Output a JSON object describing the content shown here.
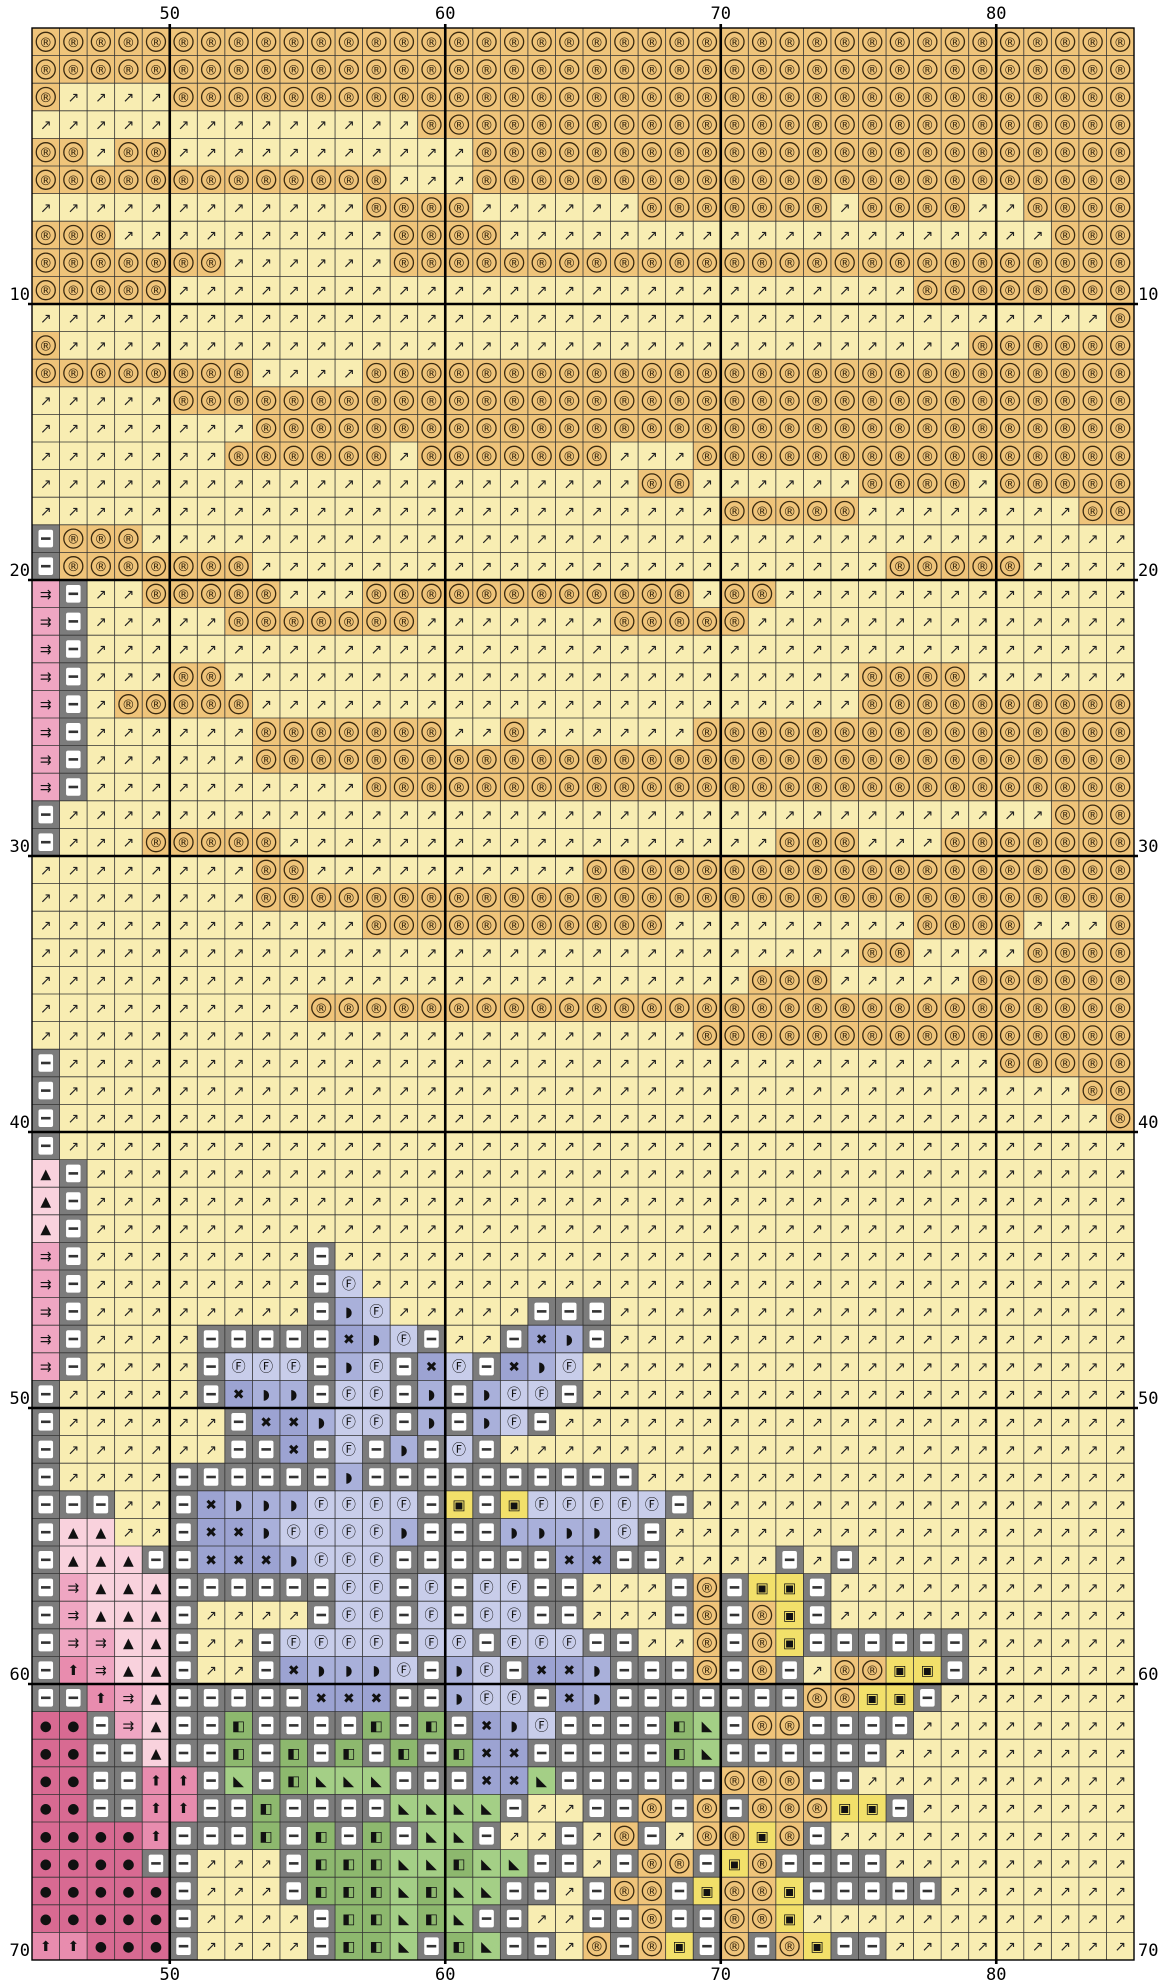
{
  "pattern": {
    "col_start": 45,
    "row_start": 1,
    "cols": 40,
    "rows": 70,
    "top_labels": [
      "50",
      "60",
      "70",
      "80"
    ],
    "bottom_labels": [
      "50",
      "60",
      "70",
      "80"
    ],
    "left_labels": [
      "10",
      "20",
      "30",
      "40",
      "50",
      "60",
      "70"
    ],
    "right_labels": [
      "10",
      "20",
      "30",
      "40",
      "50",
      "60",
      "70"
    ],
    "colors": {
      "R": {
        "bg": "#EFC47A",
        "symbol": "®",
        "fg": "#3a2a10"
      },
      "P": {
        "bg": "#F8EDB2",
        "symbol": "↗",
        "fg": "#222"
      },
      "G": {
        "bg": "#7C7C7C",
        "symbol": "—",
        "fg": "#fff"
      },
      "K": {
        "bg": "#EFA6C2",
        "symbol": "⇉",
        "fg": "#111"
      },
      "L": {
        "bg": "#F9D2DD",
        "symbol": "▲",
        "fg": "#111"
      },
      "M": {
        "bg": "#D86A92",
        "symbol": "●",
        "fg": "#111"
      },
      "B": {
        "bg": "#A9B0DA",
        "symbol": "◗",
        "fg": "#111"
      },
      "C": {
        "bg": "#C8CDEA",
        "symbol": "Ⓕ",
        "fg": "#111"
      },
      "X": {
        "bg": "#9CA3D2",
        "symbol": "✖",
        "fg": "#111"
      },
      "Y": {
        "bg": "#F2E06A",
        "symbol": "▣",
        "fg": "#111"
      },
      "V": {
        "bg": "#8DB86E",
        "symbol": "◧",
        "fg": "#111"
      },
      "W": {
        "bg": "#A4CF86",
        "symbol": "◣",
        "fg": "#111"
      },
      "A": {
        "bg": "#E88CAE",
        "symbol": "⬆",
        "fg": "#111"
      }
    },
    "rows_data": [
      "RRRRRRRRRRRRRRRRRRRRRRRRRRRRRRRRRRRRRRRR",
      "RRRRRRRRRRRRRRRRRRRRRRRRRRRRRRRRRRRRRRRR",
      "RPPPPRRRRRRRRRRRRRRRRRRRRRRRRRRRRRRRRRRR",
      "PPPPPPPPPPPPPPRRRRRRRRRRRRRRRRRRRRRRRRRR",
      "RRPRRPPPPPPPPPPPRRRRRRRRRRRRRRRRRRRRRRRR",
      "RRRRRRRRRRRRRPPPRRRRRRRRRRRRRRRRRRRRRRRR",
      "PPPPPPPPPPPPRRRRPPPPPPRRRRRRRPRRRRPPRRRR",
      "RRRPPPPPPPPPPRRRRPPPPPPPPPPPPPPPPPPPPRRR",
      "RRRRRRRPPPPPPRRRRRRRRRRRRRRRRRRRRRRRRRRR",
      "RRRRRPPPPPPPPPPPPPPPPPPPPPPPPPPPRRRRRRRR",
      "PPPPPPPPPPPPPPPPPPPPPPPPPPPPPPPPPPPPPPPR",
      "RPPPPPPPPPPPPPPPPPPPPPPPPPPPPPPPPPRRRRRR",
      "RRRRRRRRPPPPRRRRRRRRRRRRRRRRRRRRRRRRRRRR",
      "PPPPPRRRRRRRRRRRRRRRRRRRRRRRRRRRRRRRRRRR",
      "PPPPPPPPRRRRRRRRRRRRRRRRRRRRRRRRRRRRRRRR",
      "PPPPPPPRRRRRRPRRRRRRRPPPRRRRRRRRRRRRRRRR",
      "PPPPPPPPPPPPPPPPPPPPPPRRPPPPPPRRRRPRRRRR",
      "PPPPPPPPPPPPPPPPPPPPPPPPPRRRRRPPPPPPPPRR",
      "GRRRPPPPPPPPPPPPPPPPPPPPPPPPPPPPPPPPPPPP",
      "GRRRRRRRPPPPPPPPPPPPPPPPPPPPPPPRRRRRPPPP",
      "KGPPRRRRRPPPRRRRRRRRRRRRPRRPPPPPPPPPPPPP",
      "KGPPPPPRRRRRRRPPPPPPPRRRRRPPPPPPPPPPPPPP",
      "KGPPPPPPPPPPPPPPPPPPPPPPPPPPPPPPPPPPPPPP",
      "KGPPPRRPPPPPPPPPPPPPPPPPPPPPPPRRRRPPPPPP",
      "KGPRRRRRPPPPPPPPPPPPPPPPPPPPPPRRRRRRRRRR",
      "KGPPPPPPRRRRRRRPPRPPPPPPRRRRRRRRRRRRRRRR",
      "KGPPPPPPRRRRRRRRRRRRRRRRRRRRRRRRRRRRRRRR",
      "KGPPPPPPPPPPRRRRRRRRRRRRRRRRRRRRRRRRRRRR",
      "GPPPPPPPPPPPPPPPPPPPPPPPPPPPPPPPPPPPPRRR",
      "GPPPRRRRRPPPPPPPPPPPPPPPPPPRRRPPPRRRRRRR",
      "PPPPPPPPRRPPPPPPPPPPRRRRRRRRRRRRRRRRRRRR",
      "PPPPPPPPRRRRRRRRRRRRRRRRRRRRRRRRRRRRRRRR",
      "PPPPPPPPPPPPRRRRRRRRRRRPPPPPPPPPRRRRPPPR",
      "PPPPPPPPPPPPPPPPPPPPPPPPPPPPPPRRPPPPRRRR",
      "PPPPPPPPPPPPPPPPPPPPPPPPPPRRRPPPPPRRRRRR",
      "PPPPPPPPPPRRRRRRRRRRRRRRRRRRRRRRRRRRRRRR",
      "PPPPPPPPPPPPPPPPPPPPPPPPRRRRRRRRRRRRRRRR",
      "GPPPPPPPPPPPPPPPPPPPPPPPPPPPPPPPPPPRRRRR",
      "GPPPPPPPPPPPPPPPPPPPPPPPPPPPPPPPPPPPPPRR",
      "GPPPPPPPPPPPPPPPPPPPPPPPPPPPPPPPPPPPPPPR",
      "GPPPPPPPPPPPPPPPPPPPPPPPPPPPPPPPPPPPPPPP",
      "LGPPPPPPPPPPPPPPPPPPPPPPPPPPPPPPPPPPPPPP",
      "LGPPPPPPPPPPPPPPPPPPPPPPPPPPPPPPPPPPPPPP",
      "LGPPPPPPPPPPPPPPPPPPPPPPPPPPPPPPPPPPPPPP",
      "KGPPPPPPPPGPPPPPPPPPPPPPPPPPPPPPPPPPPPPP",
      "KGPPPPPPPPGCPPPPPPPPPPPPPPPPPPPPPPPPPPPP",
      "KGPPPPPPPPGBCPPPPPGGGPPPPPPPPPPPPPPPPPPP",
      "KGPPPPGGGGGXBCGPPGXBGPPPPPPPPPPPPPPPPPPP",
      "KGPPPPGCCCGBCGXCGXBCPPPPPPPPPPPPPPPPPPPP",
      "GPPPPPGXBBGCCGBGBCCGPPPPPPPPPPPPPPPPPPPP",
      "GPPPPPPGXXBCCGBGBCGPPPPPPPPPPPPPPPPPPPPP",
      "GPPPPPPGGXGCGBGCGPPPPPPPPPPPPPPPPPPPPPPP",
      "GPPPPGGGGGGBGGGGGGGGGGPPPPPPPPPPPPPPPPPP",
      "GGGPPGXBBBCCCCGYGYCCCCCGPPPPPPPPPPPPPPPP",
      "GLLPPGXXBCCCCBGGGBBBBCGPPPPPPPPPPPPPPPPP",
      "GLLLGGXXXBCCCGGGGGGXXGGPPPPGPGPPPPPPPPPP",
      "GKLLLGGGGGGCCGCGCCGGPPPGRGYYGPPPPPPPPPPP",
      "GKLLLGPPPPGCCGCGCCGGPPPGRGRYGPPPPPPPPPPP",
      "GKKLLGPPGCCCCGCCGCCCGGPPRGRYGGGGGGPPPPPP",
      "GAKLLGPPGXBBBCGBCGXXBGGGRGRGPRRYYGPPPPPP",
      "GGAKLGGGGGXXXGGBCCGXBGGGGGGGRRYYGPPPPPPP",
      "MMGKLGGVGGGGVGVGXBCGGGGVWGRRGGGGPPPPPPPP",
      "MMGGLGGVGVGVGVGVXXGGGGGVWGGGGGGPPPPPPPPP",
      "MMGGAAGWGVWWWGGGXXWGGGGGGRRRGGPPPPPPPPPP",
      "MMGGAAGGVGGGGWWWWGPPGGRGRGRRRYYGPPPPPPPP",
      "MMMMAGGGVGVGVGWWGPPGPRGPRRYRGPPPPPPPPPPP",
      "MMMMGGPPPGVVVWWVWWGGPGRRGYRGGGGPPPPPPPPP",
      "MMMMMGPPPGVVVWVWWGGPGRRGYRRYGGGGGPPPPPPP",
      "MMMMMGPPPPGVVWVWGGPPGGRGGRRYPPPPPPPPPPPP",
      "AAMMMGPPPPGVVWGVWGGPRGRYGRGRYGGPPPPPPPPP"
    ]
  }
}
